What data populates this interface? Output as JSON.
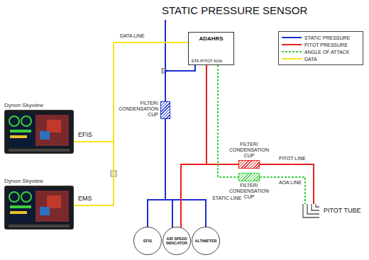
{
  "diagram": {
    "title": "STATIC PRESSURE SENSOR",
    "nodes": [
      {
        "text": [
          "ADAHRS",
          "STA",
          "PITOT",
          "AOA"
        ]
      },
      {
        "text": [
          "FILTER/ CONDENSATION CUP"
        ]
      },
      {
        "text": [
          "Dynon Skyview",
          "EFIS"
        ]
      },
      {
        "text": [
          "FILTER/ CONDENSATION CUP"
        ]
      },
      {
        "text": [
          "FILTER/ CONDENSATION CUP"
        ]
      },
      {
        "text": [
          "Dynon Skyview",
          "EMS"
        ]
      },
      {
        "text": [
          "PITOT TUBE"
        ]
      },
      {
        "text": [
          "EFIS"
        ]
      },
      {
        "text": [
          "AIR SPEED INDICATOR"
        ]
      },
      {
        "text": [
          "ALTIMETER"
        ]
      }
    ],
    "edges": [
      {
        "from": 2,
        "to": 0,
        "arrow": "none"
      },
      {
        "from": 5,
        "to": 0,
        "arrow": "none"
      },
      {
        "from": 0,
        "to": 1,
        "arrow": "none"
      },
      {
        "from": 1,
        "to": 7,
        "arrow": "none"
      },
      {
        "from": 1,
        "to": 8,
        "arrow": "none"
      },
      {
        "from": 1,
        "to": 9,
        "arrow": "none"
      },
      {
        "from": 0,
        "to": 3,
        "arrow": "none"
      },
      {
        "from": 3,
        "to": 6,
        "arrow": "none"
      },
      {
        "from": 0,
        "to": 8,
        "arrow": "none"
      },
      {
        "from": 0,
        "to": 4,
        "arrow": "none"
      },
      {
        "from": 4,
        "to": 6,
        "arrow": "none"
      }
    ],
    "labels": [
      "DATA LINE",
      "PITOT LINE",
      "AOA LINE",
      "STATIC LINE"
    ],
    "legend": [
      {
        "text": "STATIC PRESSURE"
      },
      {
        "text": "PITOT PRESSURE"
      },
      {
        "text": "ANGLE OF ATTACK"
      },
      {
        "text": "DATA"
      }
    ]
  }
}
